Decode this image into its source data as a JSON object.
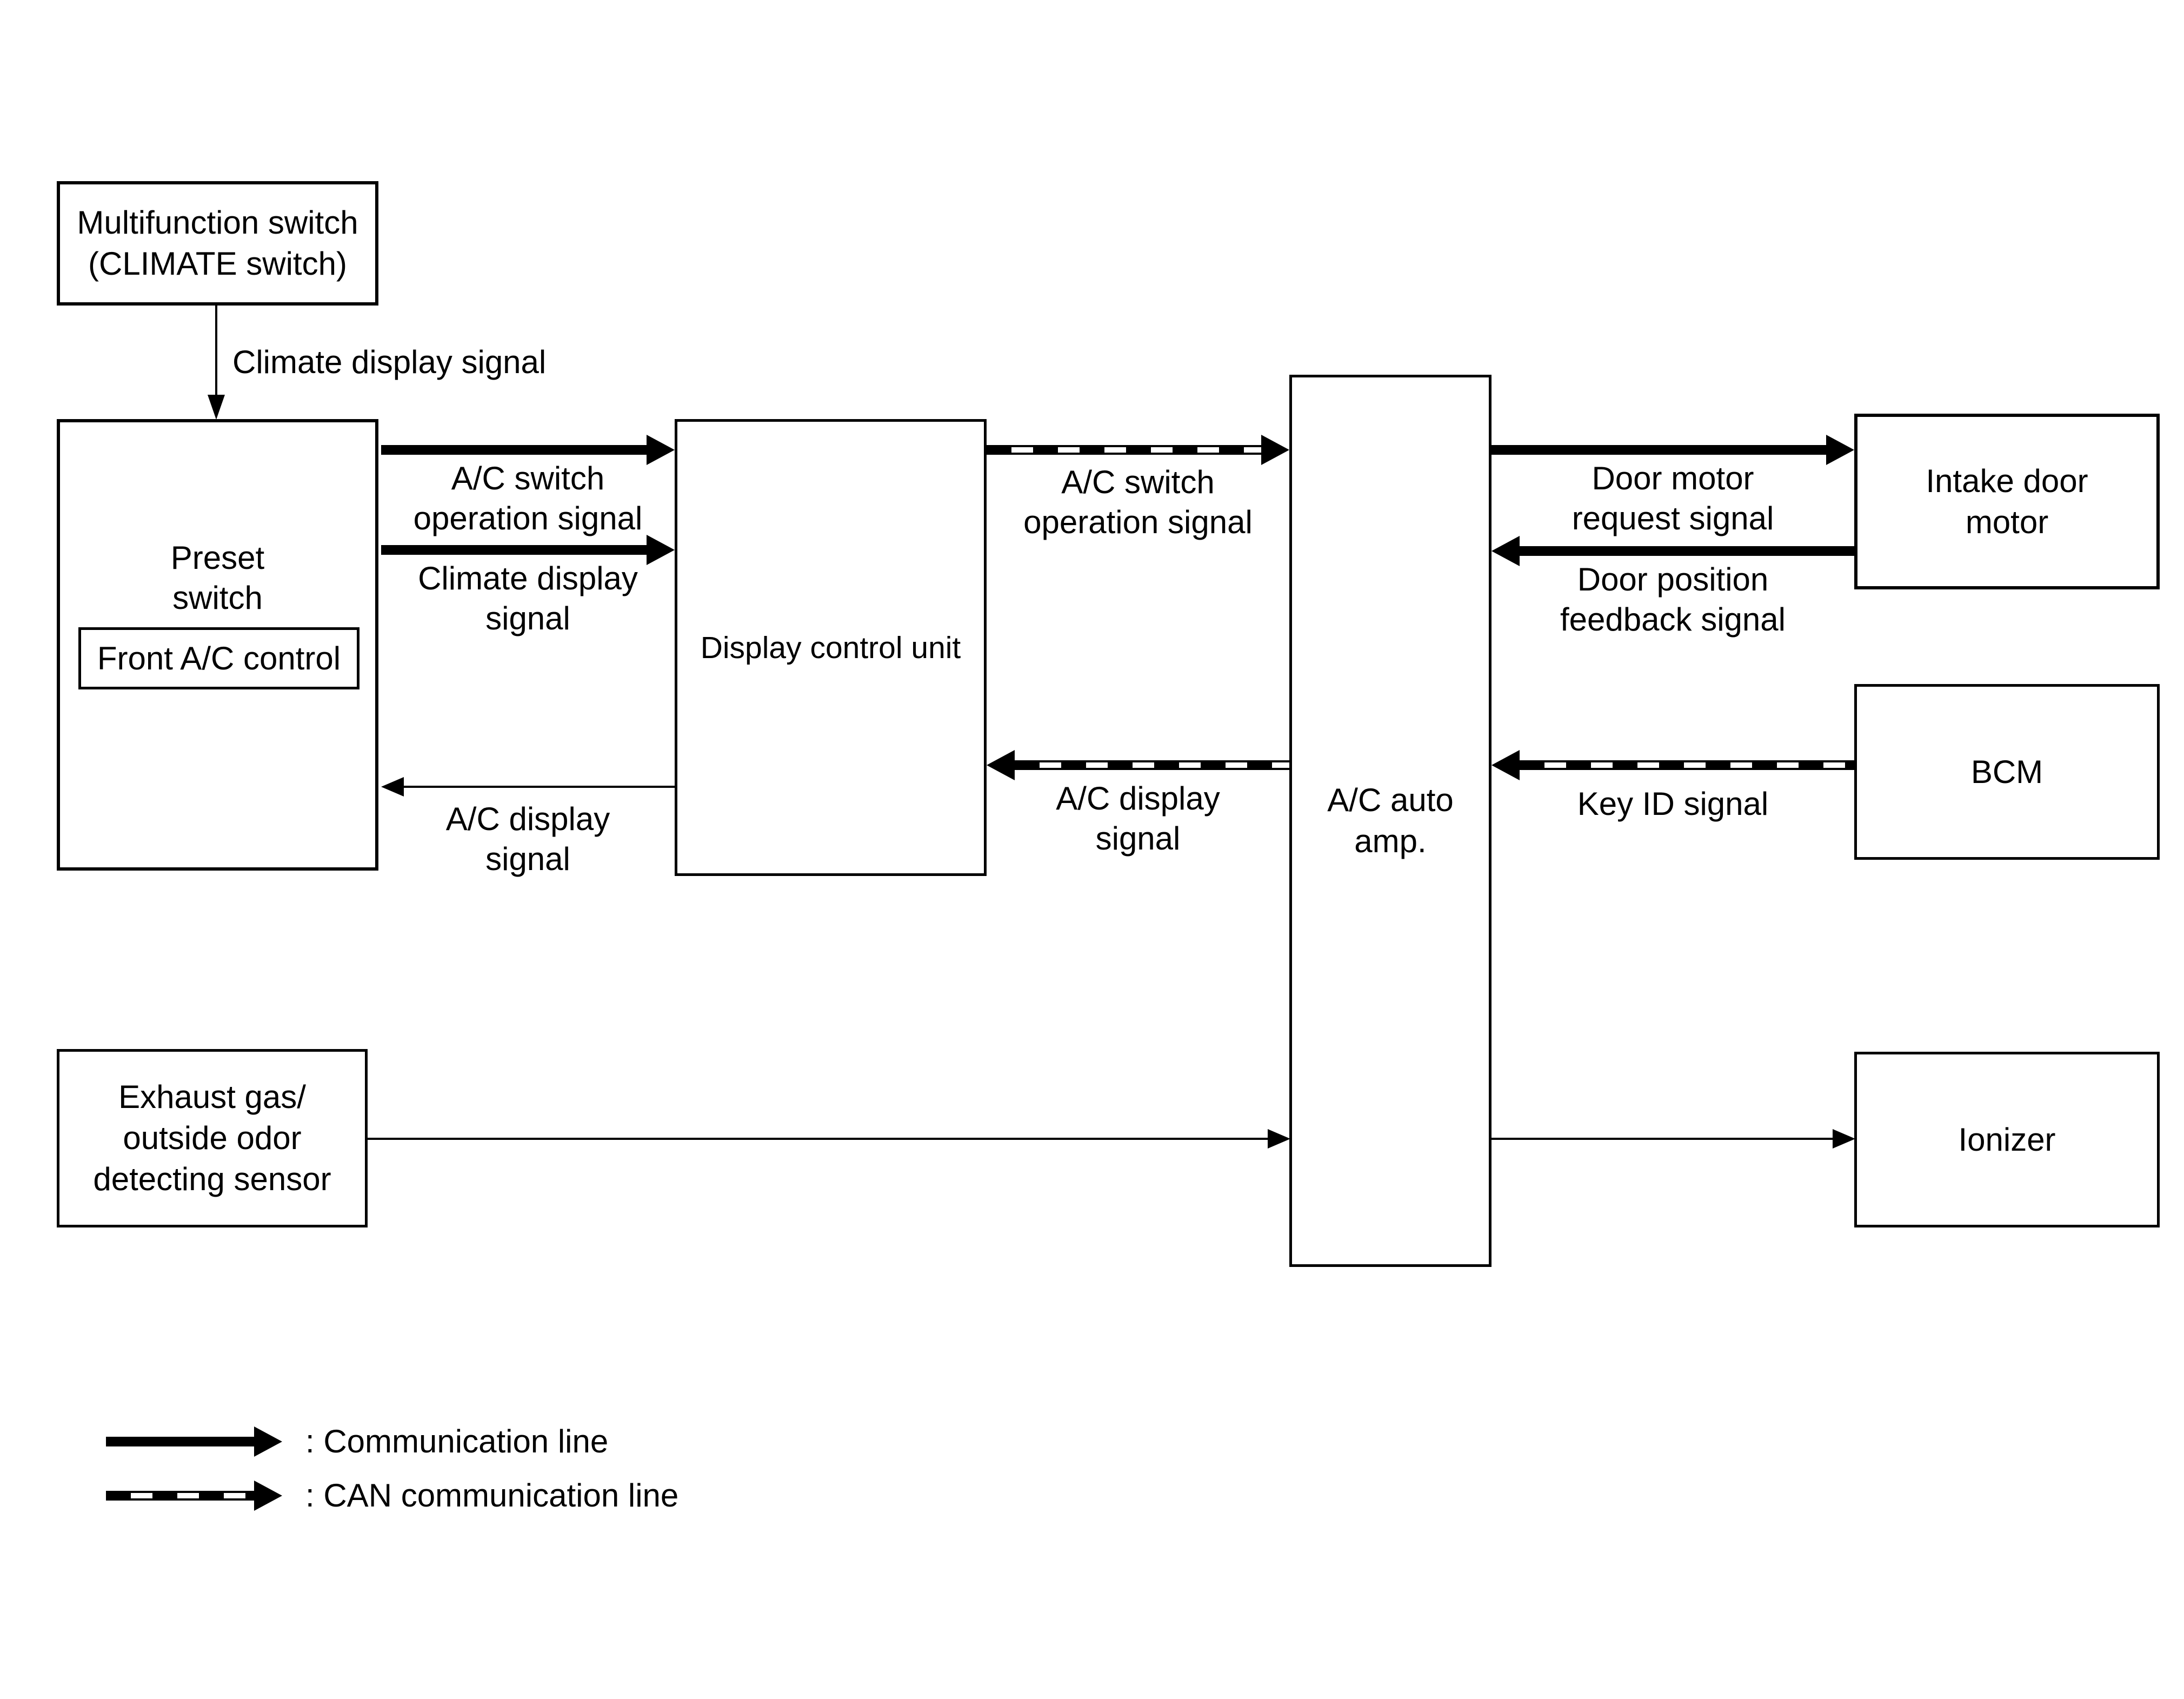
{
  "diagram": {
    "boxes": {
      "multifunction_switch": "Multifunction switch\n(CLIMATE switch)",
      "preset_switch": "Preset\nswitch",
      "front_ac_control": "Front A/C control",
      "display_control_unit": "Display control unit",
      "ac_auto_amp": "A/C auto\namp.",
      "intake_door_motor": "Intake door\nmotor",
      "bcm": "BCM",
      "ionizer": "Ionizer",
      "exhaust_sensor": "Exhaust gas/\noutside odor\ndetecting sensor"
    },
    "signals": {
      "climate_display_top": "Climate display signal",
      "ac_switch_operation_left": "A/C switch\noperation signal",
      "climate_display_left": "Climate display\nsignal",
      "ac_display_left": "A/C display\nsignal",
      "ac_switch_operation_can": "A/C switch\noperation signal",
      "ac_display_can": "A/C display\nsignal",
      "door_motor_request": "Door motor\nrequest signal",
      "door_position_feedback": "Door position\nfeedback signal",
      "key_id": "Key ID signal"
    },
    "legend": {
      "communication_line": ": Communication line",
      "can_communication_line": ": CAN communication line"
    },
    "colors": {
      "line": "#000000",
      "background": "#ffffff"
    }
  }
}
